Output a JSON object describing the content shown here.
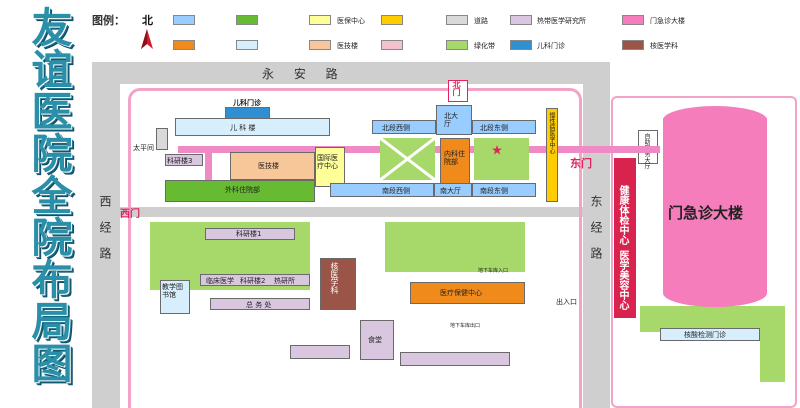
{
  "title": "友谊医院全院布局图",
  "legend": {
    "prefix": "图例：",
    "north": "北",
    "items": [
      {
        "label": "",
        "color": "#99ccff"
      },
      {
        "label": "",
        "color": "#66bb33"
      },
      {
        "label": "医保中心",
        "color": "#ffff99"
      },
      {
        "label": "",
        "color": "#ffcc00"
      },
      {
        "label": "道路",
        "color": "#d9d9d9"
      },
      {
        "label": "热带医学研究所",
        "color": "#d9c7e0"
      },
      {
        "label": "门急诊大楼",
        "color": "#f57dbb"
      },
      {
        "label": "",
        "color": "#f08a1a"
      },
      {
        "label": "",
        "color": "#d7eefc"
      },
      {
        "label": "医技楼",
        "color": "#f7c79a"
      },
      {
        "label": "",
        "color": "#f2c3cc"
      },
      {
        "label": "绿化带",
        "color": "#a6d96a"
      },
      {
        "label": "儿科门诊",
        "color": "#2f8fd0"
      },
      {
        "label": "核医学科",
        "color": "#9a5548"
      }
    ]
  },
  "roads": {
    "north": "永 安 路",
    "west": "西 经 路",
    "east": "东 经 路"
  },
  "gates": {
    "north": "北门",
    "west": "西门",
    "east": "东门",
    "exit": "出入口"
  },
  "buildings": {
    "pediatric_clinic": "儿科门诊",
    "pediatric_building": "儿 科 楼",
    "taiping": "太平间",
    "research_3": "科研楼3",
    "medtech": "医技楼",
    "intl_center": "国际医疗中心",
    "peds_ward": "外科住院部",
    "north_hall": "北大厅",
    "north_west": "北段西侧",
    "north_east": "北段东侧",
    "internal_ward": "内科住院部",
    "south_west": "南段西侧",
    "south_hall": "南大厅",
    "south_east": "南段东侧",
    "slow_lane": "慢性病医学中心",
    "self_service": "自助服务大厅",
    "research_1": "科研楼1",
    "clinical_research": "临床医学",
    "research_2": "科研楼2",
    "hot_research": "热研所",
    "library": "教学图书馆",
    "general_affairs": "总 务 处",
    "nuclear": "核医学科",
    "health_center": "医疗保健中心",
    "cafeteria": "食堂",
    "outpatient": "门急诊大楼",
    "checkup": "健康体检中心",
    "beauty": "医学美容中心",
    "nucleic_acid": "核酸检测门诊",
    "underground_1": "地下车库入口",
    "underground_2": "地下车库出口"
  }
}
